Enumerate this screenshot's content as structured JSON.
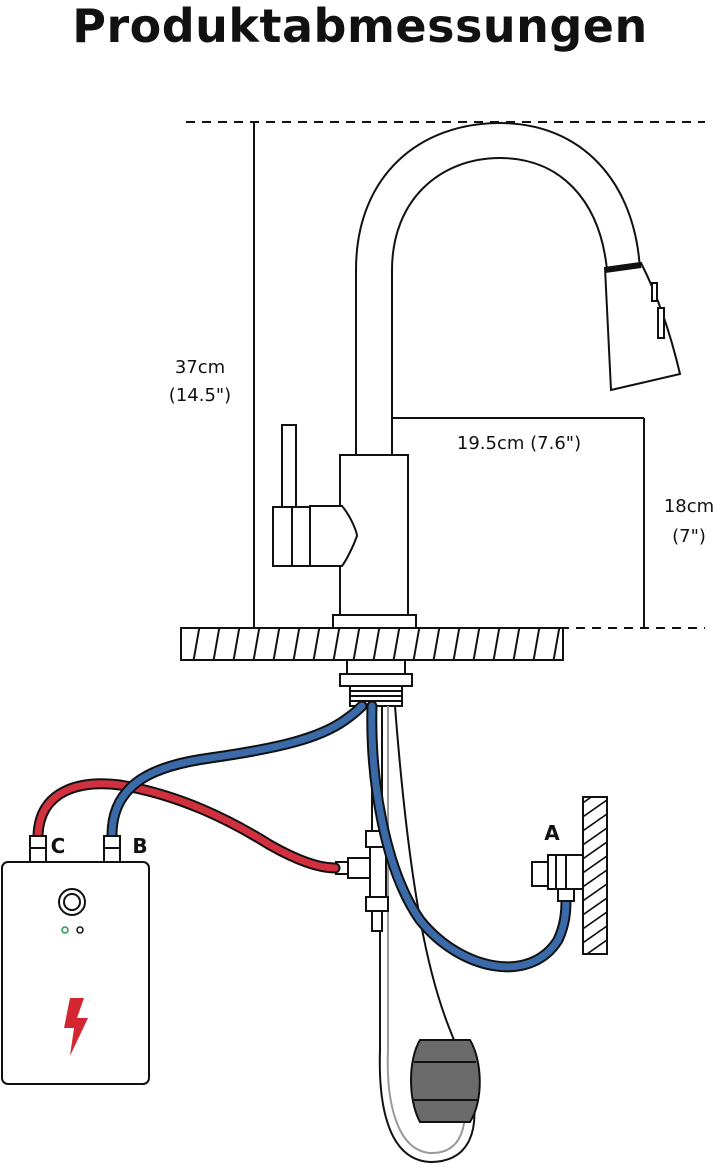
{
  "title": "Produktabmessungen",
  "dimensions": {
    "height_cm": "37cm",
    "height_in": "(14.5\")",
    "reach_label": "19.5cm (7.6\")",
    "spout_height_cm": "18cm",
    "spout_height_in": "(7\")"
  },
  "connections": {
    "a": "A",
    "b": "B",
    "c": "C"
  },
  "colors": {
    "hot_hose": "#d1303f",
    "cold_hose": "#3a6aa8",
    "outline": "#111111",
    "weight": "#6b6b6b",
    "bolt": "#d22630"
  },
  "icons": {
    "heater_button": "power-button-icon",
    "heater_symbol": "lightning-bolt-icon"
  }
}
